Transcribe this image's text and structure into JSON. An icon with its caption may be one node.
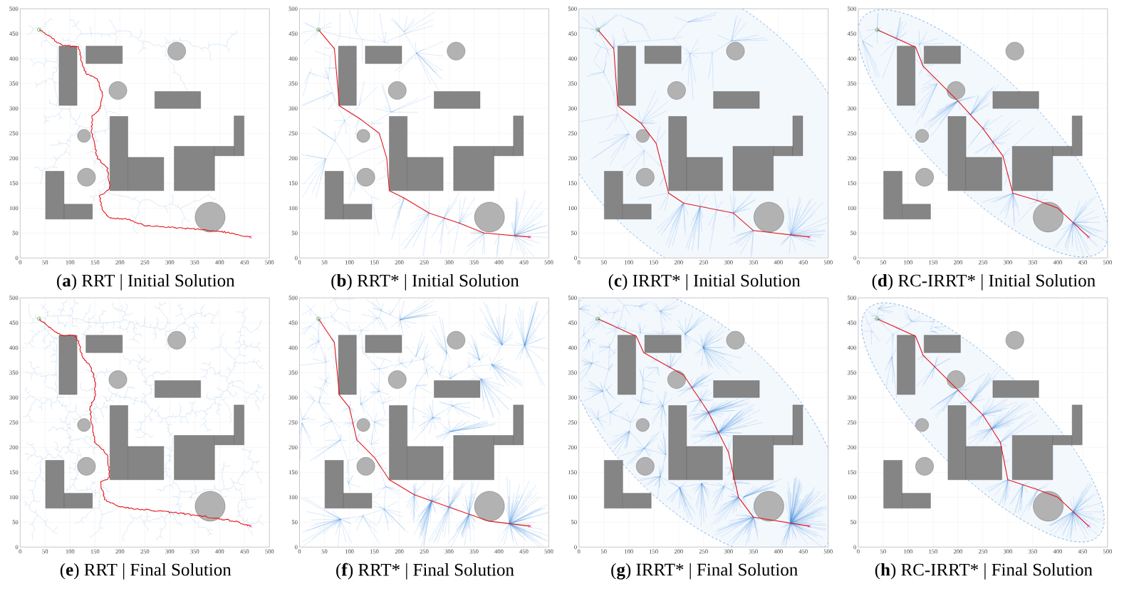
{
  "diagram": {
    "labels": [
      "500",
      "450",
      "400",
      "350",
      "300",
      "250",
      "200",
      "150",
      "100",
      "50",
      "0",
      "0",
      "50",
      "100",
      "150",
      "200",
      "250",
      "300",
      "350",
      "400",
      "450",
      "500",
      "500",
      "450",
      "400",
      "350",
      "300",
      "250",
      "200",
      "150",
      "100",
      "50",
      "0",
      "0",
      "50",
      "100",
      "150",
      "200",
      "250",
      "300",
      "350",
      "400",
      "450",
      "500",
      "500",
      "450",
      "400",
      "350",
      "300",
      "250",
      "200",
      "150",
      "100",
      "50",
      "0",
      "0",
      "50",
      "100",
      "150",
      "200",
      "250",
      "300",
      "350",
      "400",
      "450",
      "500",
      "500",
      "450",
      "400",
      "350",
      "300",
      "250",
      "200",
      "150",
      "100",
      "50",
      "0",
      "0",
      "50",
      "100",
      "150",
      "200",
      "250",
      "300",
      "350",
      "400",
      "450",
      "500",
      "(**a**) RRT | Initial Solution",
      "(**b**) RRT* | Initial Solution",
      "(**c**) IRRT* | Initial Solution",
      "(**d**) RC-IRRT* | Initial Solution",
      "500",
      "450",
      "400",
      "350",
      "300",
      "250",
      "200",
      "150",
      "100",
      "50",
      "0",
      "0",
      "50",
      "100",
      "150",
      "200",
      "250",
      "300",
      "350",
      "400",
      "450",
      "500",
      "500",
      "450",
      "400",
      "350",
      "300",
      "250",
      "200",
      "150",
      "100",
      "50",
      "0",
      "0",
      "50",
      "100",
      "150",
      "200",
      "250",
      "300",
      "350",
      "400",
      "450",
      "500",
      "500",
      "450",
      "400",
      "350",
      "300",
      "250",
      "200",
      "150",
      "100",
      "50",
      "0",
      "0",
      "50",
      "100",
      "150",
      "200",
      "250",
      "300",
      "350",
      "400",
      "450",
      "500",
      "500",
      "450",
      "400",
      "350",
      "300",
      "250",
      "200",
      "150",
      "100",
      "50",
      "0",
      "0",
      "50",
      "100",
      "150",
      "200",
      "250",
      "300",
      "350",
      "400",
      "450",
      "500",
      "(**e**) RRT | Final Solution",
      "(**f**) RRT* | Final Solution",
      "(**g**) IRRT* | Final Solution",
      "(**h**) RC-IRRT* | Final Solution"
    ]
  }
}
